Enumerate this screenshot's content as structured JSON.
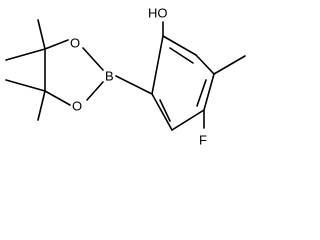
{
  "molecule": {
    "atoms": {
      "hydroxyl": "HO",
      "boron": "B",
      "ring_oxygen_top": "O",
      "ring_oxygen_bottom": "O",
      "fluorine": "F"
    },
    "colors": {
      "bond": "#000000",
      "label": "#000000",
      "background": "#ffffff"
    }
  }
}
